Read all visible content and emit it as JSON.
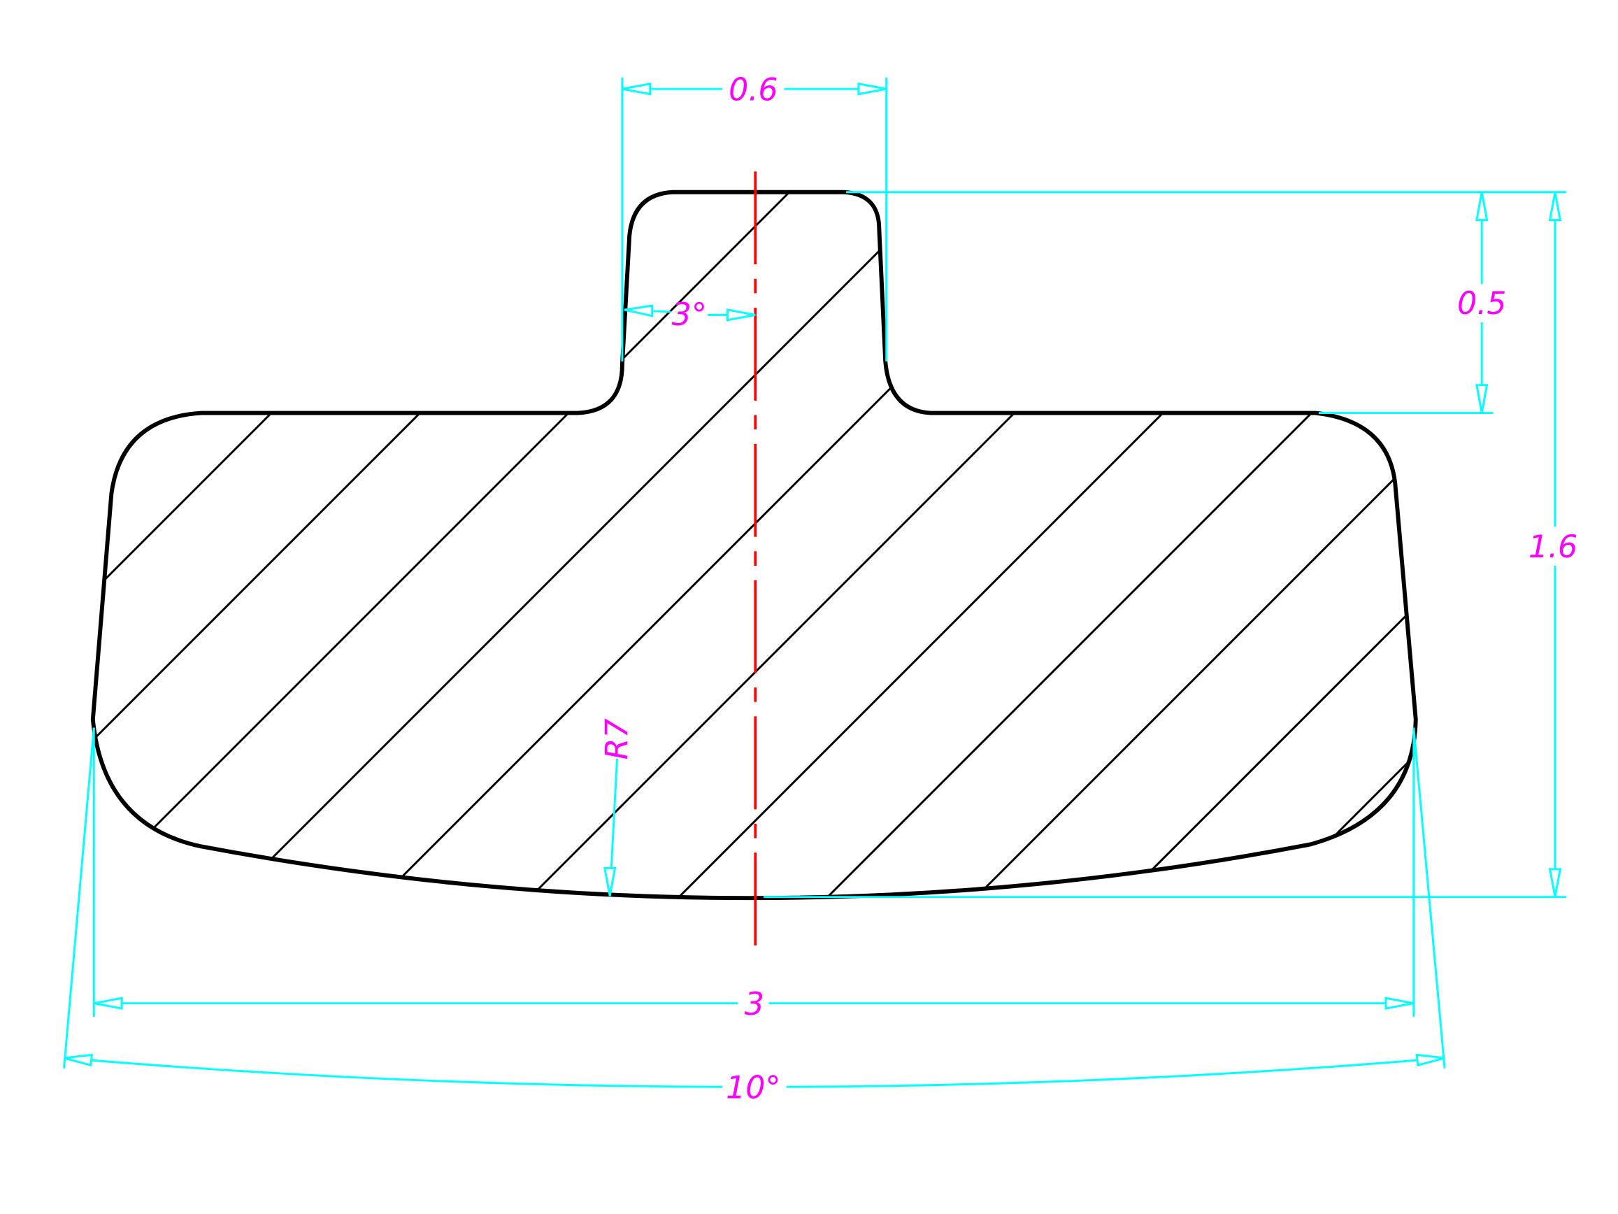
{
  "drawing": {
    "dimensions": {
      "tab_width": "0.6",
      "tab_height": "0.5",
      "total_height": "1.6",
      "draft_angle": "3°",
      "bottom_radius": "R7",
      "base_width": "3",
      "side_angle": "10°"
    },
    "colors": {
      "outline": "#000000",
      "dimension_lines": "#00ffff",
      "dimension_text": "#ff00ff",
      "centerline": "#ff0000"
    }
  }
}
